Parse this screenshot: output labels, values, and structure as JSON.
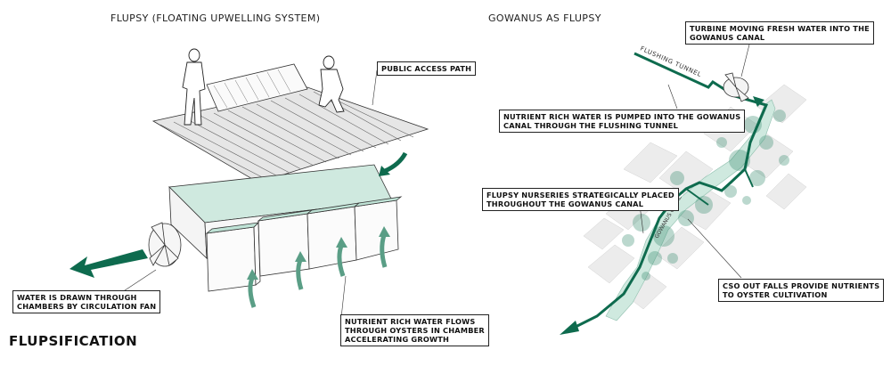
{
  "headings": {
    "left": "FLUPSY (FLOATING UPWELLING SYSTEM)",
    "right": "GOWANUS AS FLUPSY",
    "main": "FLUPSIFICATION"
  },
  "annotations": {
    "public_access_path": "PUBLIC ACCESS PATH",
    "water_drawn": "WATER IS DRAWN THROUGH\nCHAMBERS BY CIRCULATION FAN",
    "nutrient_flows": "NUTRIENT RICH WATER FLOWS\nTHROUGH OYSTERS IN CHAMBER\nACCELERATING GROWTH",
    "turbine": "TURBINE MOVING FRESH WATER INTO THE\nGOWANUS CANAL",
    "pumped": "NUTRIENT RICH WATER IS PUMPED INTO THE GOWANUS\nCANAL THROUGH THE FLUSHING TUNNEL",
    "nurseries": "FLUPSY NURSERIES STRATEGICALLY PLACED\nTHROUGHOUT THE GOWANUS CANAL",
    "cso": "CSO OUT FALLS PROVIDE NUTRIENTS\nTO OYSTER CULTIVATION"
  },
  "map_labels": {
    "flushing_tunnel": "FLUSHING TUNNEL",
    "gowanus_canal": "GOWANUS CANAL"
  },
  "colors": {
    "flow_green": "#0e6b4e",
    "water": "#bfe3d6",
    "arrow_light": "#5a9e86"
  }
}
